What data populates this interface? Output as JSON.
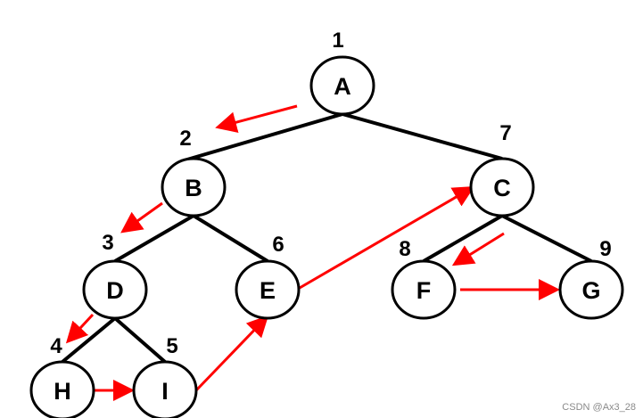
{
  "tree": {
    "nodes": [
      {
        "id": "A",
        "label": "A",
        "order": "1"
      },
      {
        "id": "B",
        "label": "B",
        "order": "2"
      },
      {
        "id": "C",
        "label": "C",
        "order": "7"
      },
      {
        "id": "D",
        "label": "D",
        "order": "3"
      },
      {
        "id": "E",
        "label": "E",
        "order": "6"
      },
      {
        "id": "F",
        "label": "F",
        "order": "8"
      },
      {
        "id": "G",
        "label": "G",
        "order": "9"
      },
      {
        "id": "H",
        "label": "H",
        "order": "4"
      },
      {
        "id": "I",
        "label": "I",
        "order": "5"
      }
    ],
    "edges": [
      [
        "A",
        "B"
      ],
      [
        "A",
        "C"
      ],
      [
        "B",
        "D"
      ],
      [
        "B",
        "E"
      ],
      [
        "D",
        "H"
      ],
      [
        "D",
        "I"
      ],
      [
        "C",
        "F"
      ],
      [
        "C",
        "G"
      ]
    ],
    "traversal": [
      [
        "A",
        "B"
      ],
      [
        "B",
        "D"
      ],
      [
        "D",
        "H"
      ],
      [
        "H",
        "I"
      ],
      [
        "I",
        "E"
      ],
      [
        "E",
        "C"
      ],
      [
        "C",
        "F"
      ],
      [
        "F",
        "G"
      ]
    ]
  },
  "colors": {
    "edge": "#000000",
    "arrow": "#ff0000",
    "node_fill": "#ffffff"
  },
  "watermark": "CSDN @Ax3_28"
}
